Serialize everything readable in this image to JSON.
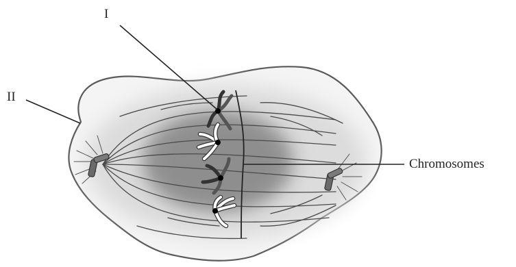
{
  "labels": {
    "label_i": "I",
    "label_ii": "II",
    "label_chromosomes": "Chromosomes"
  },
  "colors": {
    "cell_outline": "#5a5a5a",
    "cytoplasm_inner": "#9a9a9a",
    "cytoplasm_outer": "#d9d9d9",
    "spindle_fibre": "#4a4a4a",
    "chromosome_dark": "#3d3d3d",
    "chromosome_light": "#ffffff",
    "centromere": "#000000",
    "leader_line": "#222222"
  },
  "icons": [
    "centriole-icon",
    "chromosome-icon"
  ]
}
